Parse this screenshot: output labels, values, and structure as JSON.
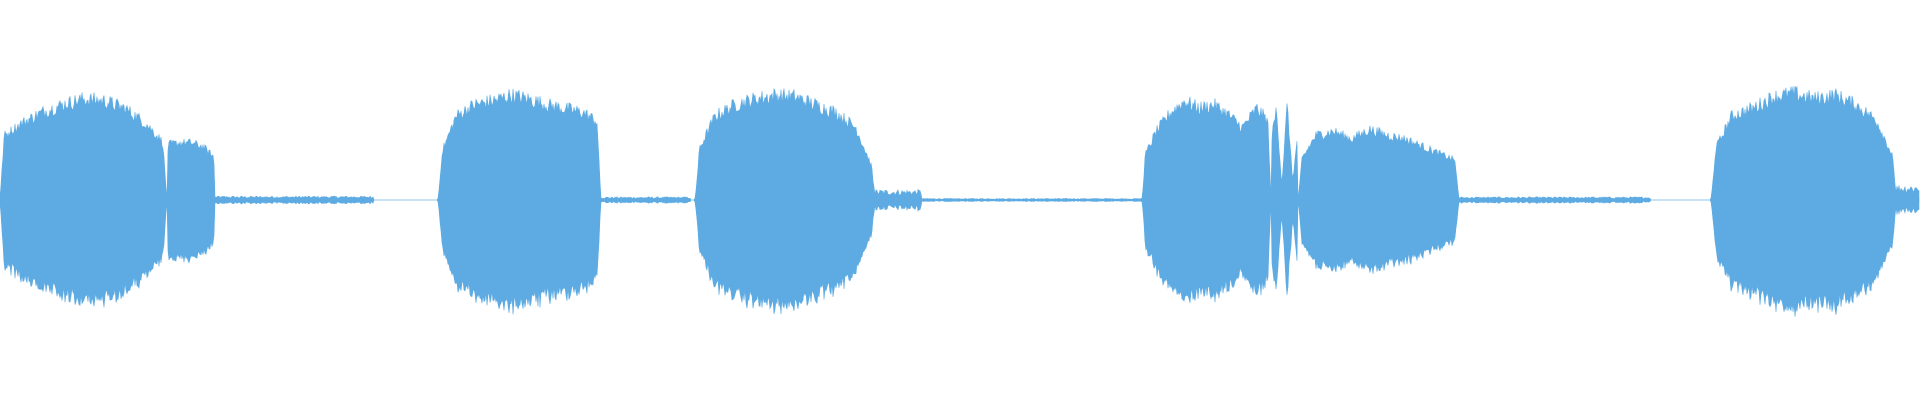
{
  "waveform": {
    "color": "#5dabe2",
    "background": "#ffffff",
    "amplitude_range": [
      -1,
      1
    ],
    "time_range": [
      0,
      1
    ],
    "segments": [
      {
        "start": 0.0,
        "end": 0.087,
        "peak": 0.53,
        "contour": [
          0.32,
          0.4,
          0.46,
          0.5,
          0.53,
          0.52,
          0.48,
          0.4,
          0.28
        ]
      },
      {
        "start": 0.087,
        "end": 0.112,
        "peak": 0.3,
        "contour": [
          0.29,
          0.3,
          0.3,
          0.28,
          0.22
        ]
      },
      {
        "start": 0.228,
        "end": 0.313,
        "peak": 0.55,
        "contour": [
          0.2,
          0.44,
          0.5,
          0.52,
          0.55,
          0.53,
          0.5,
          0.48,
          0.46,
          0.4
        ]
      },
      {
        "start": 0.362,
        "end": 0.456,
        "peak": 0.55,
        "contour": [
          0.22,
          0.44,
          0.5,
          0.53,
          0.55,
          0.54,
          0.5,
          0.46,
          0.38,
          0.12
        ]
      },
      {
        "start": 0.595,
        "end": 0.662,
        "peak": 0.52,
        "contour": [
          0.2,
          0.36,
          0.46,
          0.52,
          0.48,
          0.5,
          0.45,
          0.38,
          0.48,
          0.4
        ]
      },
      {
        "start": 0.662,
        "end": 0.676,
        "peak": 0.5,
        "contour": [
          0.3,
          0.48,
          0.08,
          0.5,
          0.1,
          0.35
        ]
      },
      {
        "start": 0.676,
        "end": 0.76,
        "peak": 0.37,
        "contour": [
          0.18,
          0.34,
          0.36,
          0.32,
          0.37,
          0.34,
          0.32,
          0.28,
          0.24,
          0.2
        ]
      },
      {
        "start": 0.891,
        "end": 0.988,
        "peak": 0.56,
        "contour": [
          0.22,
          0.44,
          0.48,
          0.54,
          0.56,
          0.53,
          0.55,
          0.5,
          0.42,
          0.18
        ]
      }
    ],
    "quiet_tails": [
      {
        "start": 0.112,
        "end": 0.195,
        "level": 0.015
      },
      {
        "start": 0.313,
        "end": 0.36,
        "level": 0.012
      },
      {
        "start": 0.456,
        "end": 0.48,
        "level": 0.04
      },
      {
        "start": 0.48,
        "end": 0.595,
        "level": 0.006
      },
      {
        "start": 0.76,
        "end": 0.86,
        "level": 0.012
      },
      {
        "start": 0.988,
        "end": 1.0,
        "level": 0.06
      }
    ]
  }
}
